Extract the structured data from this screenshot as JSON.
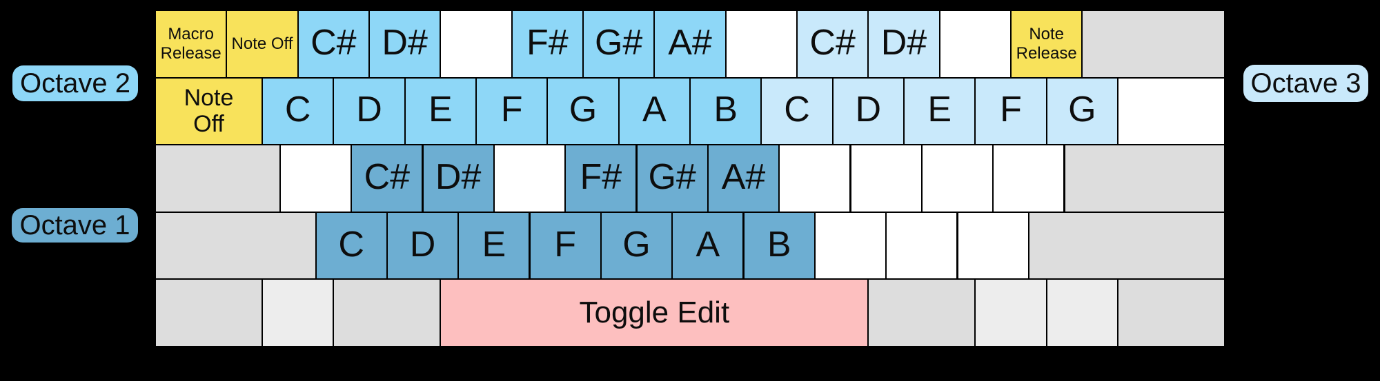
{
  "colors": {
    "background": "#000000",
    "key_border": "#000000",
    "text": "#0d0d0d",
    "yellow": "#F8E25B",
    "octave1_blue": "#6DAED2",
    "octave2_blue": "#8ED7F7",
    "octave3_blue": "#C9E9FB",
    "pink": "#FDBFBF",
    "gray": "#DDDDDD",
    "light_gray": "#EDEDED",
    "white": "#FFFFFF"
  },
  "octave_labels": {
    "octave1": "Octave 1",
    "octave2": "Octave 2",
    "octave3": "Octave 3"
  },
  "keyboard": {
    "units_per_row": 15,
    "rows": [
      {
        "id": "number-row",
        "keys": [
          {
            "label": "Macro Release",
            "kind": "function",
            "color": "yellow",
            "units": 1
          },
          {
            "label": "Note Off",
            "kind": "function",
            "color": "yellow",
            "units": 1
          },
          {
            "label": "C#",
            "kind": "note",
            "color": "octave2_blue",
            "units": 1
          },
          {
            "label": "D#",
            "kind": "note",
            "color": "octave2_blue",
            "units": 1
          },
          {
            "label": "",
            "kind": "blank",
            "color": "white",
            "units": 1
          },
          {
            "label": "F#",
            "kind": "note",
            "color": "octave2_blue",
            "units": 1
          },
          {
            "label": "G#",
            "kind": "note",
            "color": "octave2_blue",
            "units": 1
          },
          {
            "label": "A#",
            "kind": "note",
            "color": "octave2_blue",
            "units": 1
          },
          {
            "label": "",
            "kind": "blank",
            "color": "white",
            "units": 1
          },
          {
            "label": "C#",
            "kind": "note",
            "color": "octave3_blue",
            "units": 1
          },
          {
            "label": "D#",
            "kind": "note",
            "color": "octave3_blue",
            "units": 1
          },
          {
            "label": "",
            "kind": "blank",
            "color": "white",
            "units": 1
          },
          {
            "label": "Note Release",
            "kind": "function",
            "color": "yellow",
            "units": 1
          },
          {
            "label": "",
            "kind": "blank",
            "color": "gray",
            "units": 2
          }
        ]
      },
      {
        "id": "upper-letter-row",
        "keys": [
          {
            "label": "Note Off",
            "kind": "function-large",
            "color": "yellow",
            "units": 1.5
          },
          {
            "label": "C",
            "kind": "note",
            "color": "octave2_blue",
            "units": 1
          },
          {
            "label": "D",
            "kind": "note",
            "color": "octave2_blue",
            "units": 1
          },
          {
            "label": "E",
            "kind": "note",
            "color": "octave2_blue",
            "units": 1
          },
          {
            "label": "F",
            "kind": "note",
            "color": "octave2_blue",
            "units": 1
          },
          {
            "label": "G",
            "kind": "note",
            "color": "octave2_blue",
            "units": 1
          },
          {
            "label": "A",
            "kind": "note",
            "color": "octave2_blue",
            "units": 1
          },
          {
            "label": "B",
            "kind": "note",
            "color": "octave2_blue",
            "units": 1
          },
          {
            "label": "C",
            "kind": "note",
            "color": "octave3_blue",
            "units": 1
          },
          {
            "label": "D",
            "kind": "note",
            "color": "octave3_blue",
            "units": 1
          },
          {
            "label": "E",
            "kind": "note",
            "color": "octave3_blue",
            "units": 1
          },
          {
            "label": "F",
            "kind": "note",
            "color": "octave3_blue",
            "units": 1
          },
          {
            "label": "G",
            "kind": "note",
            "color": "octave3_blue",
            "units": 1
          },
          {
            "label": "",
            "kind": "blank",
            "color": "white",
            "units": 1.5
          }
        ]
      },
      {
        "id": "home-row",
        "keys": [
          {
            "label": "",
            "kind": "blank",
            "color": "gray",
            "units": 1.75
          },
          {
            "label": "",
            "kind": "blank",
            "color": "white",
            "units": 1
          },
          {
            "label": "C#",
            "kind": "note",
            "color": "octave1_blue",
            "units": 1
          },
          {
            "label": "D#",
            "kind": "note",
            "color": "octave1_blue",
            "units": 1
          },
          {
            "label": "",
            "kind": "blank",
            "color": "white",
            "units": 1
          },
          {
            "label": "F#",
            "kind": "note",
            "color": "octave1_blue",
            "units": 1
          },
          {
            "label": "G#",
            "kind": "note",
            "color": "octave1_blue",
            "units": 1
          },
          {
            "label": "A#",
            "kind": "note",
            "color": "octave1_blue",
            "units": 1
          },
          {
            "label": "",
            "kind": "blank",
            "color": "white",
            "units": 1
          },
          {
            "label": "",
            "kind": "blank",
            "color": "white",
            "units": 1
          },
          {
            "label": "",
            "kind": "blank",
            "color": "white",
            "units": 1
          },
          {
            "label": "",
            "kind": "blank",
            "color": "white",
            "units": 1
          },
          {
            "label": "",
            "kind": "blank",
            "color": "gray",
            "units": 2.25
          }
        ]
      },
      {
        "id": "lower-letter-row",
        "keys": [
          {
            "label": "",
            "kind": "blank",
            "color": "gray",
            "units": 2.25
          },
          {
            "label": "C",
            "kind": "note",
            "color": "octave1_blue",
            "units": 1
          },
          {
            "label": "D",
            "kind": "note",
            "color": "octave1_blue",
            "units": 1
          },
          {
            "label": "E",
            "kind": "note",
            "color": "octave1_blue",
            "units": 1
          },
          {
            "label": "F",
            "kind": "note",
            "color": "octave1_blue",
            "units": 1
          },
          {
            "label": "G",
            "kind": "note",
            "color": "octave1_blue",
            "units": 1
          },
          {
            "label": "A",
            "kind": "note",
            "color": "octave1_blue",
            "units": 1
          },
          {
            "label": "B",
            "kind": "note",
            "color": "octave1_blue",
            "units": 1
          },
          {
            "label": "",
            "kind": "blank",
            "color": "white",
            "units": 1
          },
          {
            "label": "",
            "kind": "blank",
            "color": "white",
            "units": 1
          },
          {
            "label": "",
            "kind": "blank",
            "color": "white",
            "units": 1
          },
          {
            "label": "",
            "kind": "blank",
            "color": "gray",
            "units": 2.75
          }
        ]
      },
      {
        "id": "modifier-row",
        "keys": [
          {
            "label": "",
            "kind": "blank",
            "color": "gray",
            "units": 1.5
          },
          {
            "label": "",
            "kind": "blank",
            "color": "light_gray",
            "units": 1
          },
          {
            "label": "",
            "kind": "blank",
            "color": "gray",
            "units": 1.5
          },
          {
            "label": "Toggle Edit",
            "kind": "action",
            "color": "pink",
            "units": 6
          },
          {
            "label": "",
            "kind": "blank",
            "color": "gray",
            "units": 1.5
          },
          {
            "label": "",
            "kind": "blank",
            "color": "light_gray",
            "units": 1
          },
          {
            "label": "",
            "kind": "blank",
            "color": "light_gray",
            "units": 1
          },
          {
            "label": "",
            "kind": "blank",
            "color": "gray",
            "units": 1.5
          }
        ]
      }
    ]
  }
}
